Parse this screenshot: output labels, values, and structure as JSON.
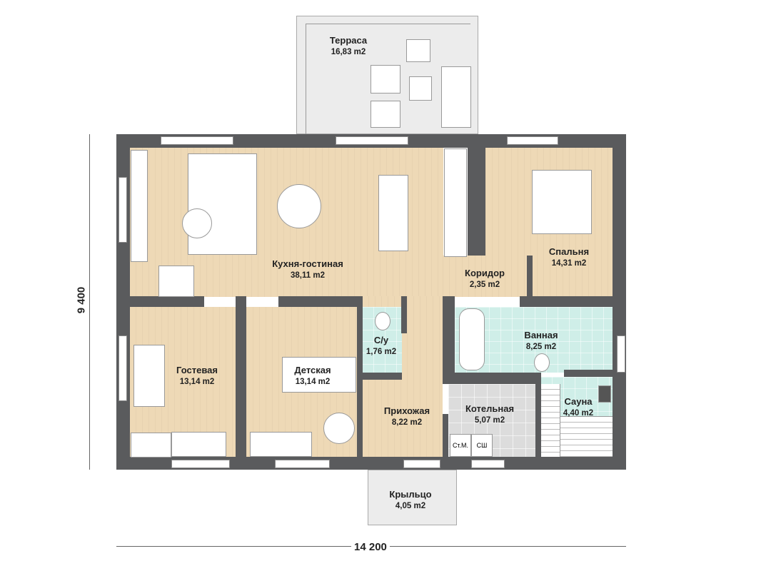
{
  "rooms": {
    "terrace": {
      "name": "Терраса",
      "area": "16,83 m2"
    },
    "living": {
      "name": "Кухня-гостиная",
      "area": "38,11 m2"
    },
    "corridor": {
      "name": "Коридор",
      "area": "2,35 m2"
    },
    "bedroom": {
      "name": "Спальня",
      "area": "14,31 m2"
    },
    "guest": {
      "name": "Гостевая",
      "area": "13,14 m2"
    },
    "kids": {
      "name": "Детская",
      "area": "13,14 m2"
    },
    "wc": {
      "name": "С/у",
      "area": "1,76 m2"
    },
    "bath": {
      "name": "Ванная",
      "area": "8,25 m2"
    },
    "hall": {
      "name": "Прихожая",
      "area": "8,22 m2"
    },
    "boiler": {
      "name": "Котельная",
      "area": "5,07 m2"
    },
    "sauna": {
      "name": "Сауна",
      "area": "4,40 m2"
    },
    "porch": {
      "name": "Крыльцо",
      "area": "4,05 m2"
    }
  },
  "equipment": {
    "washer": "Ст.М.",
    "dryer": "СШ"
  },
  "dimensions": {
    "height": "9 400",
    "width": "14 200"
  },
  "colors": {
    "wall": "#5a5b5d",
    "wood": "#eed9b6",
    "tile": "#cfeee8",
    "boiler": "#dcdcdc"
  }
}
